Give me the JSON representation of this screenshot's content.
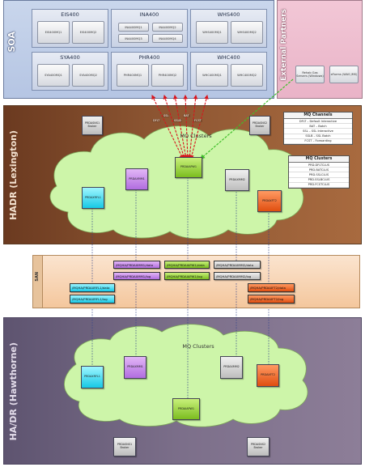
{
  "regions": {
    "soa_label": "SOA",
    "ext_label": "External Partners",
    "hadr_label": "HADR (Lexington)",
    "san_label": "SAN",
    "ha_label": "HA/DR (Hawthorne)"
  },
  "groups": [
    {
      "title": "EIS400",
      "servers": [
        "EIS400MQ1",
        "EIS400MQ2"
      ]
    },
    {
      "title": "INA400",
      "servers": [
        "INA400MQ1",
        "INA400MQ2",
        "INA400MQ3",
        "INA400MQ4"
      ]
    },
    {
      "title": "WHS400",
      "servers": [
        "WHS400MQ1",
        "WHS400MQ2"
      ]
    },
    {
      "title": "SYA400",
      "servers": [
        "SYA400MQ1",
        "SYA400MQ2"
      ]
    },
    {
      "title": "PHR400",
      "servers": [
        "PHR400MQ1",
        "PHR400MQ2"
      ]
    },
    {
      "title": "WHC400",
      "servers": [
        "WHC400MQ1",
        "WHC400MQ2"
      ]
    }
  ],
  "partners": [
    {
      "label": "Rehab Gas Servers (Windows)"
    },
    {
      "label": "eForms (WAS JMS)"
    }
  ],
  "lex_cloud": {
    "title": "MQ Clusters",
    "nodes": [
      {
        "label": "PRDASNS1 Broker",
        "color": "grey"
      },
      {
        "label": "PRDASNS2 Broker",
        "color": "grey"
      },
      {
        "label": "PRDAXMM1",
        "color": "purple"
      },
      {
        "label": "PRDAXRFL1",
        "color": "cyan"
      },
      {
        "label": "PRDAIAPW1",
        "color": "green"
      },
      {
        "label": "PRDAXMM2",
        "color": "grey"
      },
      {
        "label": "PRDAXFT2",
        "color": "red"
      }
    ]
  },
  "channels_legend": {
    "title": "MQ Channels",
    "rows": [
      "DFLT – Default Interactive",
      "BAT – Batch",
      "SSL – SSL Interactive",
      "SSLB – SSL Batch",
      "FCST – Forwarding"
    ]
  },
  "clusters_legend": {
    "title": "MQ Clusters",
    "rows": [
      "PRD.DFLTCLUS",
      "PRD.BATCLUS",
      "PRD.SSLCLUS",
      "PRD.SSLBCLUS",
      "PRD.FCSTCLUS"
    ]
  },
  "channel_arrow_labels": [
    "DFLT",
    "SSL",
    "SSLB",
    "BAT",
    "FCST"
  ],
  "san_files": [
    {
      "label": "/MQHA/PRDAXMM1/data",
      "color": "purple"
    },
    {
      "label": "/MQHA/PRDAXMM1/log",
      "color": "purple"
    },
    {
      "label": "/MQHA/PRDAIAPW1/data",
      "color": "green"
    },
    {
      "label": "/MQHA/PRDAIAPW1/log",
      "color": "green"
    },
    {
      "label": "/MQHA/PRDAXMM2/data",
      "color": "grey"
    },
    {
      "label": "/MQHA/PRDAXMM2/log",
      "color": "grey"
    },
    {
      "label": "/MQHA/PRDAXRFL1/data",
      "color": "cyan"
    },
    {
      "label": "/MQHA/PRDAXRFL1/log",
      "color": "cyan"
    },
    {
      "label": "/MQHA/PRDAXFT2/data",
      "color": "red"
    },
    {
      "label": "/MQHA/PRDAXFT2/log",
      "color": "red"
    }
  ],
  "ha_cloud": {
    "title": "MQ Clusters",
    "nodes": [
      {
        "label": "PRDAXRFL1",
        "color": "cyan"
      },
      {
        "label": "PRDAXMM1",
        "color": "purple"
      },
      {
        "label": "PRDAXMM2",
        "color": "grey"
      },
      {
        "label": "PRDAXFT2",
        "color": "red"
      },
      {
        "label": "PRDAIAPW1",
        "color": "green"
      },
      {
        "label": "PRDASNS1 Broker",
        "color": "grey"
      },
      {
        "label": "PRDASNS2 Broker",
        "color": "grey"
      }
    ]
  },
  "colors": {
    "cloud_fill": "#cdf5a9",
    "arrow_red": "#d8141c",
    "arrow_green": "#3fbf2a",
    "dotted": "#33448a"
  }
}
